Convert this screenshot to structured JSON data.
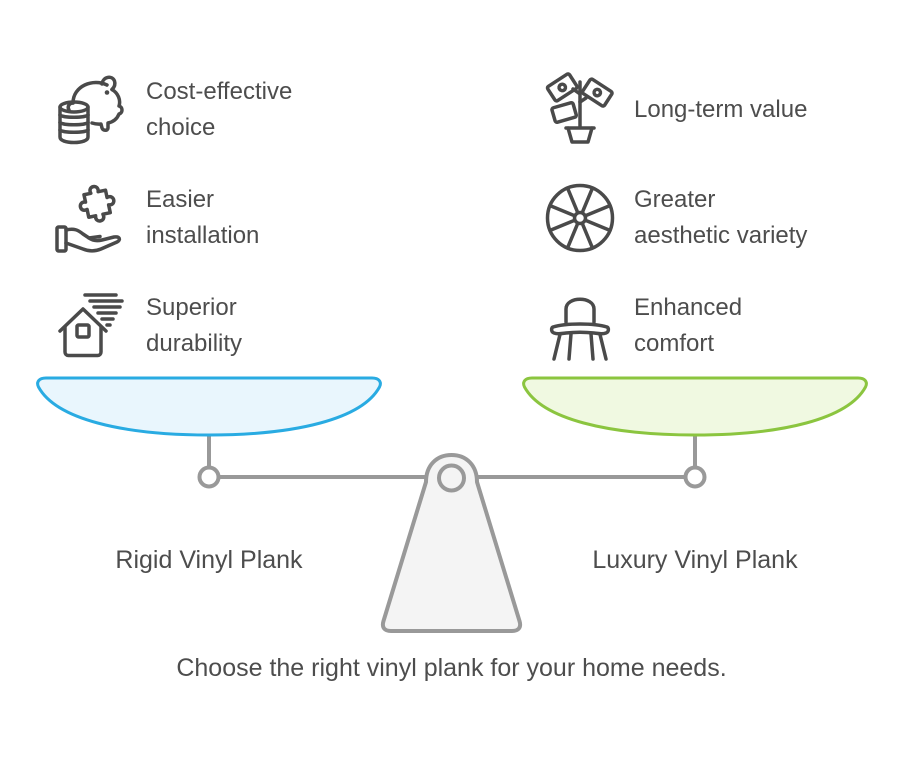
{
  "caption": "Choose the right vinyl plank for your home needs.",
  "left_features": [
    {
      "icon": "piggy-bank-icon",
      "line1": "Cost-effective",
      "line2": "choice"
    },
    {
      "icon": "hand-puzzle-icon",
      "line1": "Easier",
      "line2": "installation"
    },
    {
      "icon": "house-wind-icon",
      "line1": "Superior",
      "line2": "durability"
    }
  ],
  "right_features": [
    {
      "icon": "money-tree-icon",
      "line1": "Long-term value",
      "line2": ""
    },
    {
      "icon": "wheel-icon",
      "line1": "Greater",
      "line2": "aesthetic variety"
    },
    {
      "icon": "chair-icon",
      "line1": "Enhanced",
      "line2": "comfort"
    }
  ],
  "scale": {
    "left_pan": {
      "label": "Rigid Vinyl Plank",
      "fill": "#e9f6fd",
      "stroke": "#29abe2"
    },
    "right_pan": {
      "label": "Luxury Vinyl Plank",
      "fill": "#f0f9e1",
      "stroke": "#8bc53f"
    },
    "hardware_color": "#999999",
    "base_fill": "#f4f4f4"
  },
  "colors": {
    "text": "#4d4d4d",
    "icon_stroke": "#4a4a4a",
    "background": "#ffffff"
  }
}
